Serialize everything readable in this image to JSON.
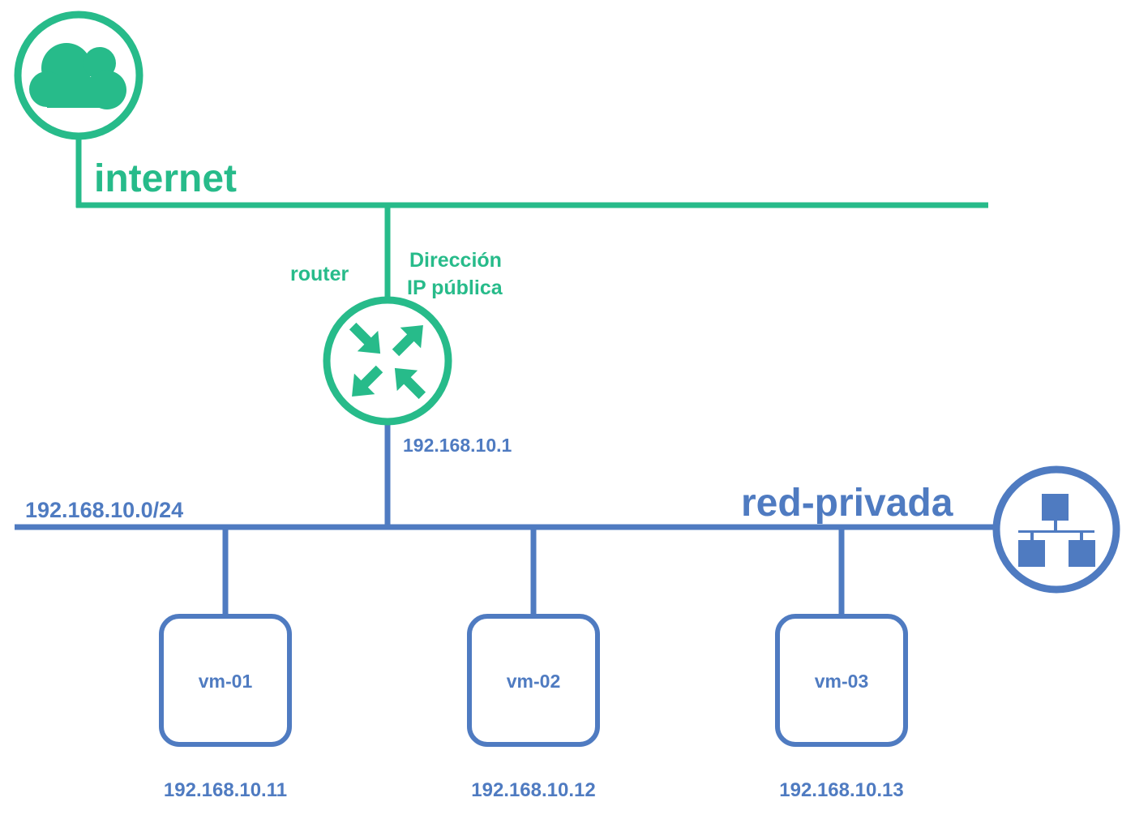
{
  "colors": {
    "green": "#27bb8a",
    "blue": "#4f7bc1"
  },
  "internet": {
    "label": "internet",
    "icon": "cloud-icon"
  },
  "router": {
    "label": "router",
    "public_ip_line1": "Dirección",
    "public_ip_line2": "IP pública",
    "private_ip": "192.168.10.1",
    "icon": "router-arrows-icon"
  },
  "private_network": {
    "name": "red-privada",
    "cidr": "192.168.10.0/24",
    "icon": "network-topology-icon"
  },
  "vms": [
    {
      "name": "vm-01",
      "ip": "192.168.10.11"
    },
    {
      "name": "vm-02",
      "ip": "192.168.10.12"
    },
    {
      "name": "vm-03",
      "ip": "192.168.10.13"
    }
  ]
}
